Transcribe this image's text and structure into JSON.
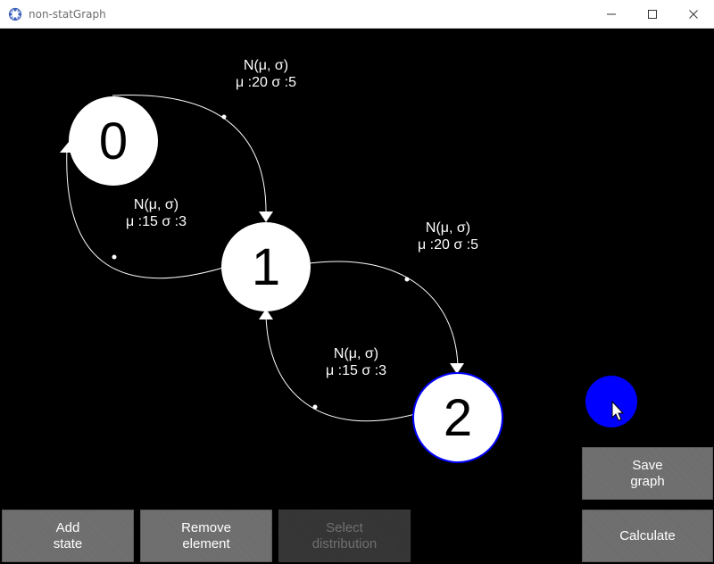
{
  "window": {
    "title": "non-statGraph",
    "minimize_glyph": "—",
    "maximize_glyph": "☐",
    "close_glyph": "✕"
  },
  "graph": {
    "states": [
      {
        "id": "0",
        "label": "0"
      },
      {
        "id": "1",
        "label": "1"
      },
      {
        "id": "2",
        "label": "2"
      }
    ],
    "edges": [
      {
        "from": "0",
        "to": "1",
        "dist": "N(μ, σ)",
        "params": "μ :20 σ :5"
      },
      {
        "from": "1",
        "to": "0",
        "dist": "N(μ, σ)",
        "params": "μ :15 σ :3"
      },
      {
        "from": "1",
        "to": "2",
        "dist": "N(μ, σ)",
        "params": "μ :20 σ :5"
      },
      {
        "from": "2",
        "to": "1",
        "dist": "N(μ, σ)",
        "params": "μ :15 σ :3"
      }
    ],
    "colors": {
      "state_fill": "#ffffff",
      "state_text": "#000000",
      "selected_outline": "#0000ff",
      "edge": "#ffffff",
      "cursor_circle": "#0000ff"
    }
  },
  "buttons": {
    "add_state": [
      "Add",
      "state"
    ],
    "remove_element": [
      "Remove",
      "element"
    ],
    "select_distribution": [
      "Select",
      "distribution"
    ],
    "save_graph": [
      "Save",
      "graph"
    ],
    "calculate": [
      "Calculate"
    ]
  }
}
